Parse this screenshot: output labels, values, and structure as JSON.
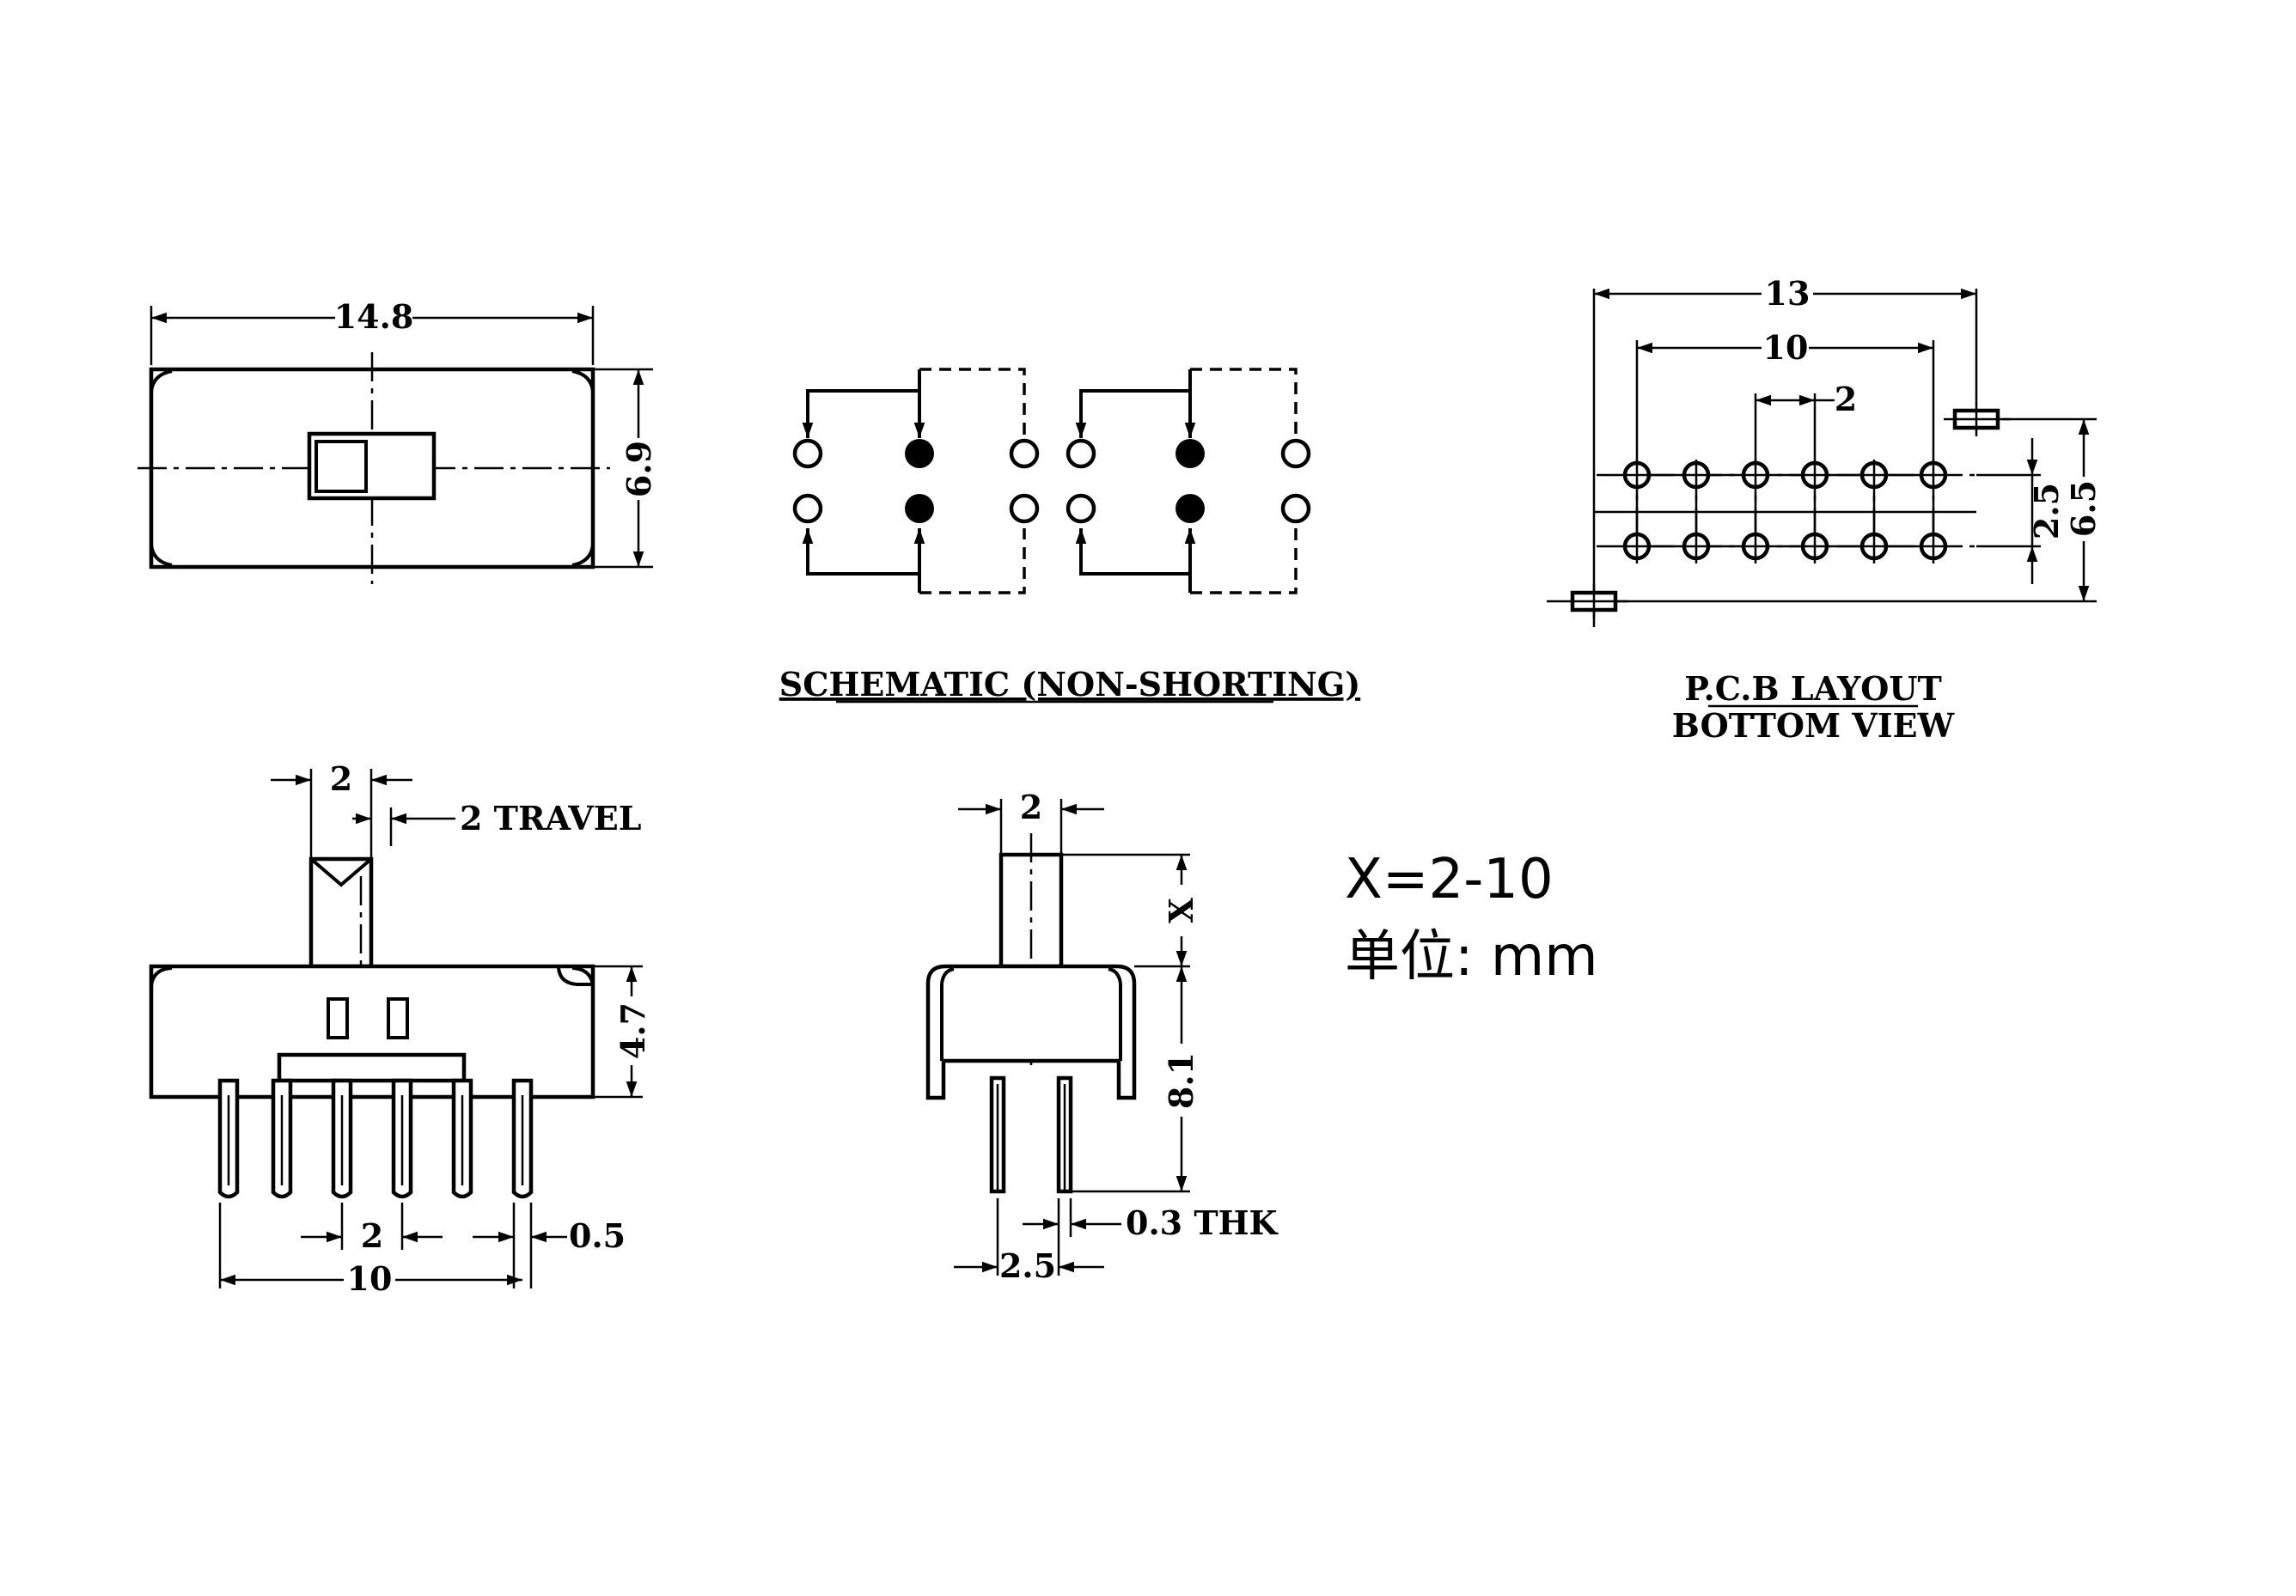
{
  "top_view": {
    "width_dim": "14.8",
    "height_dim": "6.9"
  },
  "schematic": {
    "caption": "SCHEMATIC (NON-SHORTING)"
  },
  "pcb_layout": {
    "caption_line1": "P.C.B LAYOUT",
    "caption_line2": "BOTTOM VIEW",
    "overall_dim": "13",
    "span_dim": "10",
    "pitch_dim": "2",
    "row_spacing_dim": "2.5",
    "outer_height_dim": "6.5"
  },
  "front_view": {
    "actuator_width_dim": "2",
    "travel_label": "2 TRAVEL",
    "height_dim": "4.7",
    "pin_pitch_dim": "2",
    "pin_width_dim": "0.5",
    "pin_span_dim": "10"
  },
  "side_view": {
    "actuator_width_dim": "2",
    "actuator_height_dim": "X",
    "body_height_dim": "8.1",
    "thickness_label": "0.3 THK",
    "row_spacing_dim": "2.5"
  },
  "notes": {
    "x_range": "X=2-10",
    "unit": "单位: mm"
  },
  "colors": {
    "ink": "#000000",
    "paper": "#ffffff"
  }
}
